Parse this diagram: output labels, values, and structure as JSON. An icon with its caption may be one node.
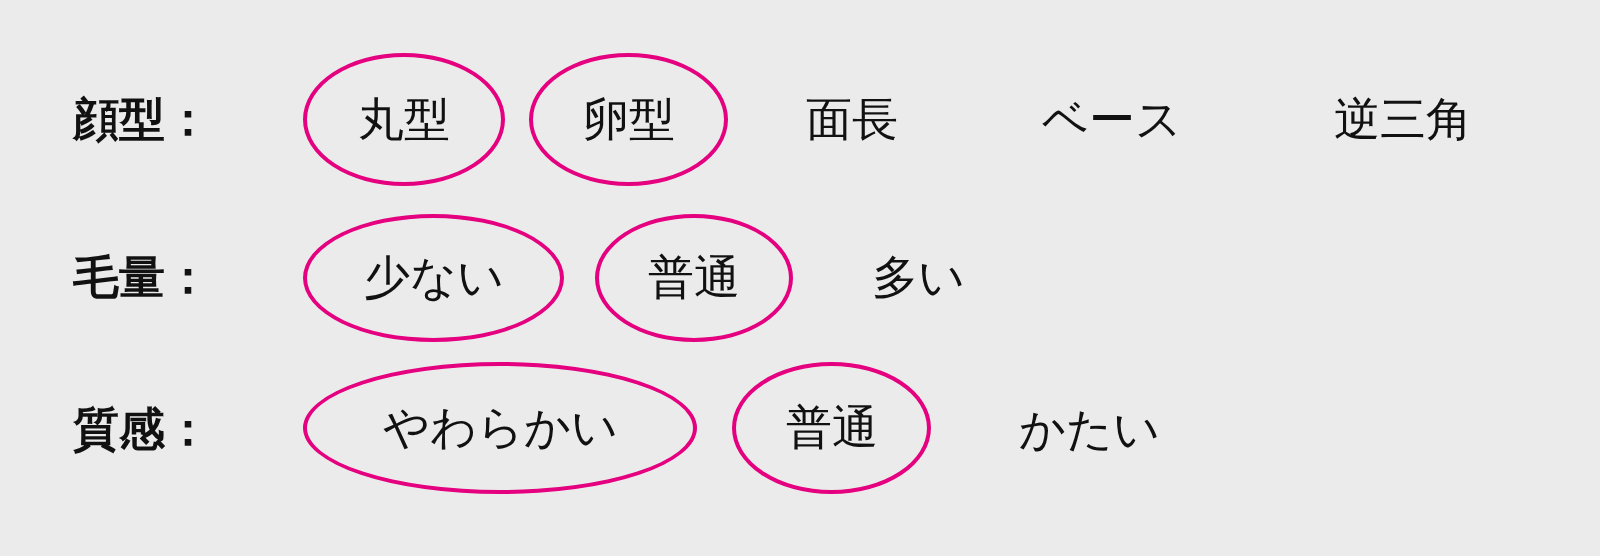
{
  "diagram": {
    "nodes": [
      {
        "text": [
          "丸型"
        ]
      },
      {
        "text": [
          "卵型"
        ]
      },
      {
        "text": [
          "少ない"
        ]
      },
      {
        "text": [
          "普通"
        ]
      },
      {
        "text": [
          "やわらかい"
        ]
      },
      {
        "text": [
          "普通"
        ]
      }
    ],
    "labels": [
      "顔型：",
      "面長",
      "ベース",
      "逆三角",
      "毛量：",
      "多い",
      "質感：",
      "かたい"
    ]
  }
}
